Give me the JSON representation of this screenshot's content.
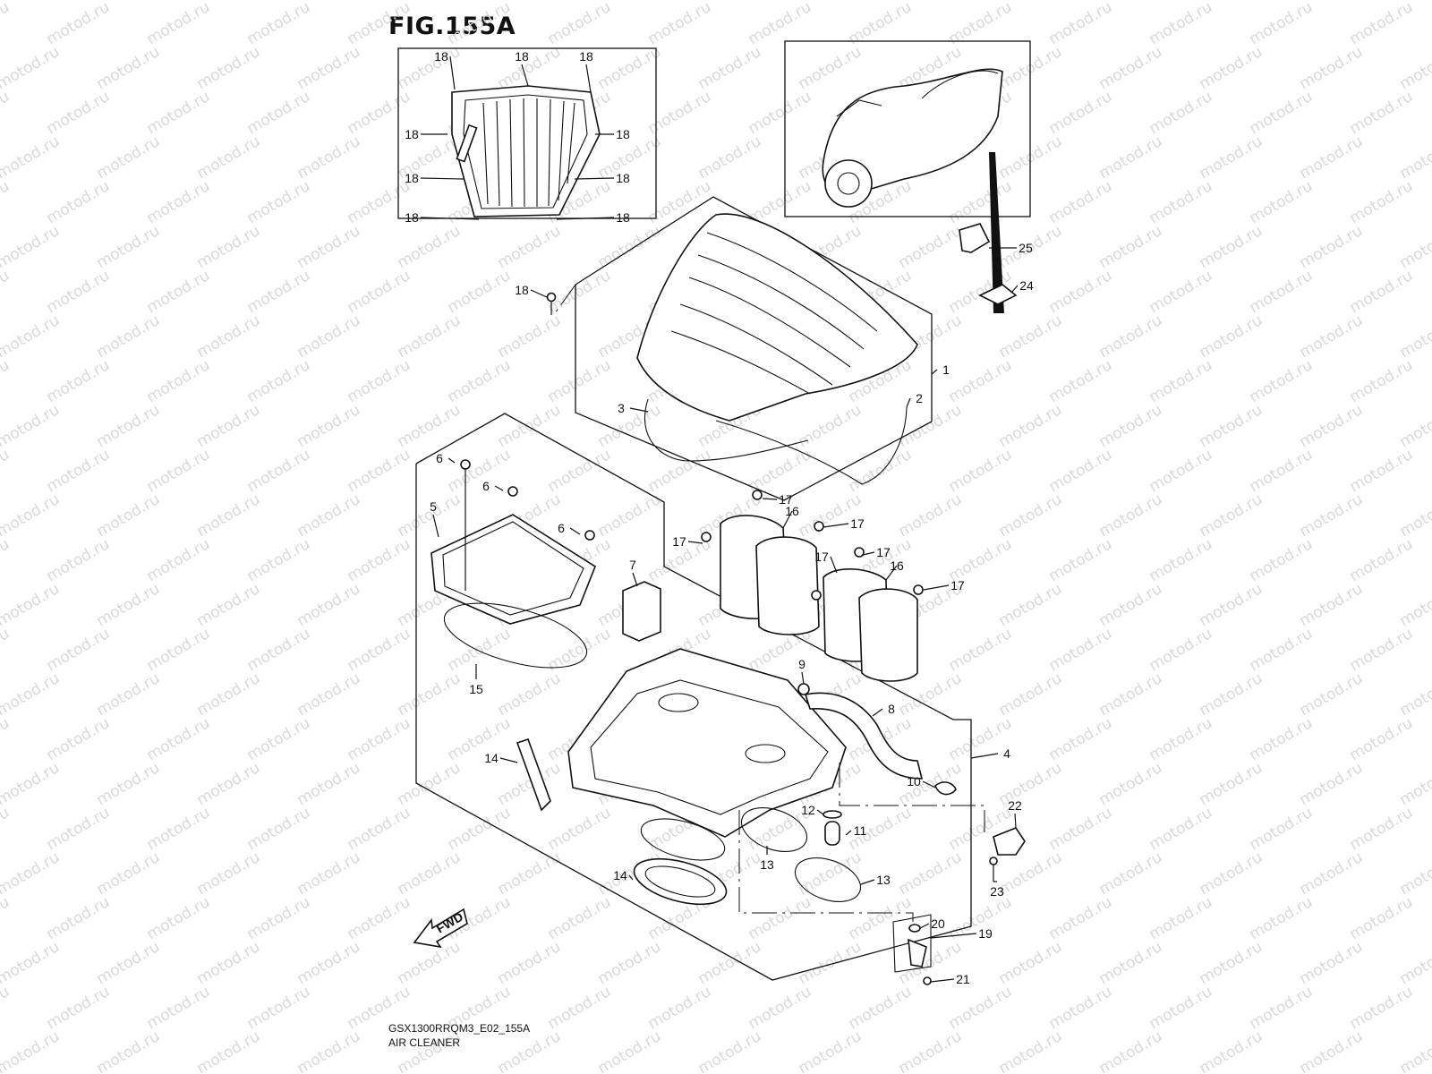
{
  "figure": {
    "title": "FIG.155A",
    "code": "GSX1300RRQM3_E02_155A",
    "name": "AIR CLEANER",
    "fwd_label": "FWD",
    "watermark": "motod.ru"
  },
  "inset_callouts": [
    "18",
    "18",
    "18",
    "18",
    "18",
    "18",
    "18",
    "18",
    "18"
  ],
  "callouts": [
    "1",
    "2",
    "3",
    "4",
    "5",
    "6",
    "6",
    "6",
    "7",
    "8",
    "9",
    "10",
    "11",
    "12",
    "13",
    "13",
    "14",
    "14",
    "15",
    "16",
    "16",
    "17",
    "17",
    "17",
    "17",
    "17",
    "17",
    "18",
    "19",
    "20",
    "21",
    "22",
    "23",
    "24",
    "25"
  ]
}
